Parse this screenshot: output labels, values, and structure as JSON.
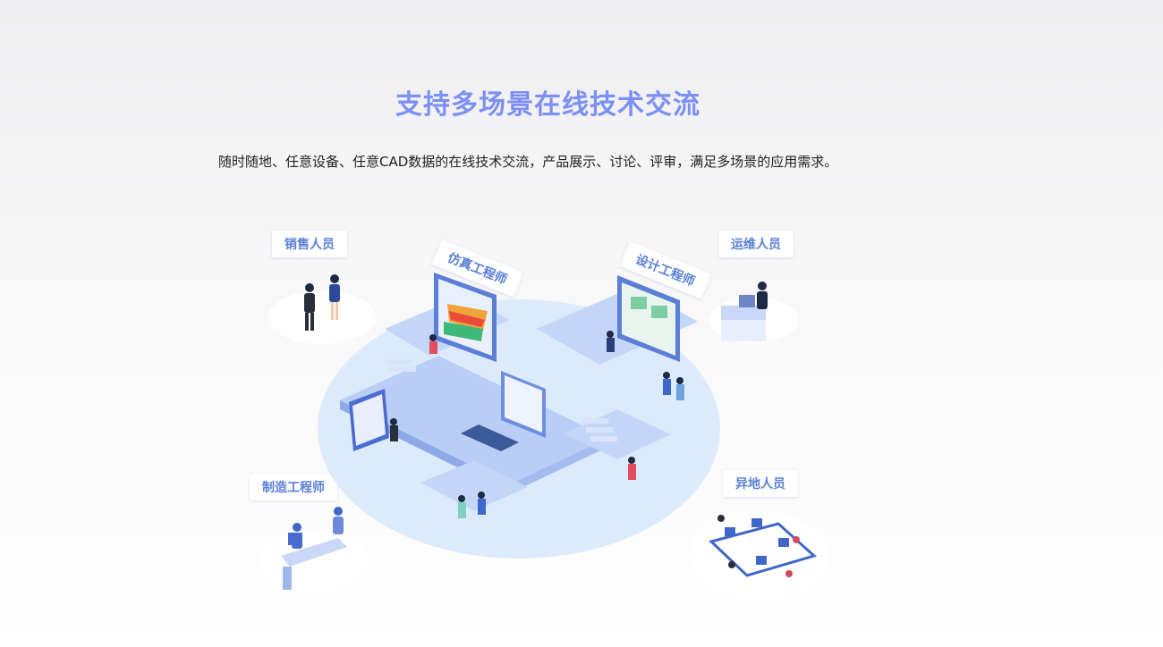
{
  "header": {
    "title": "支持多场景在线技术交流",
    "subtitle": "随时随地、任意设备、任意CAD数据的在线技术交流，产品展示、讨论、评审，满足多场景的应用需求。"
  },
  "scenes": {
    "sales": "销售人员",
    "simulation": "仿真工程师",
    "design": "设计工程师",
    "operations": "运维人员",
    "manufacturing": "制造工程师",
    "remote": "异地人员"
  },
  "colors": {
    "title": "#7b8ff5",
    "platform": "#b9cdf6",
    "ellipse": "#dcebfb",
    "accent": "#3f66c9"
  }
}
